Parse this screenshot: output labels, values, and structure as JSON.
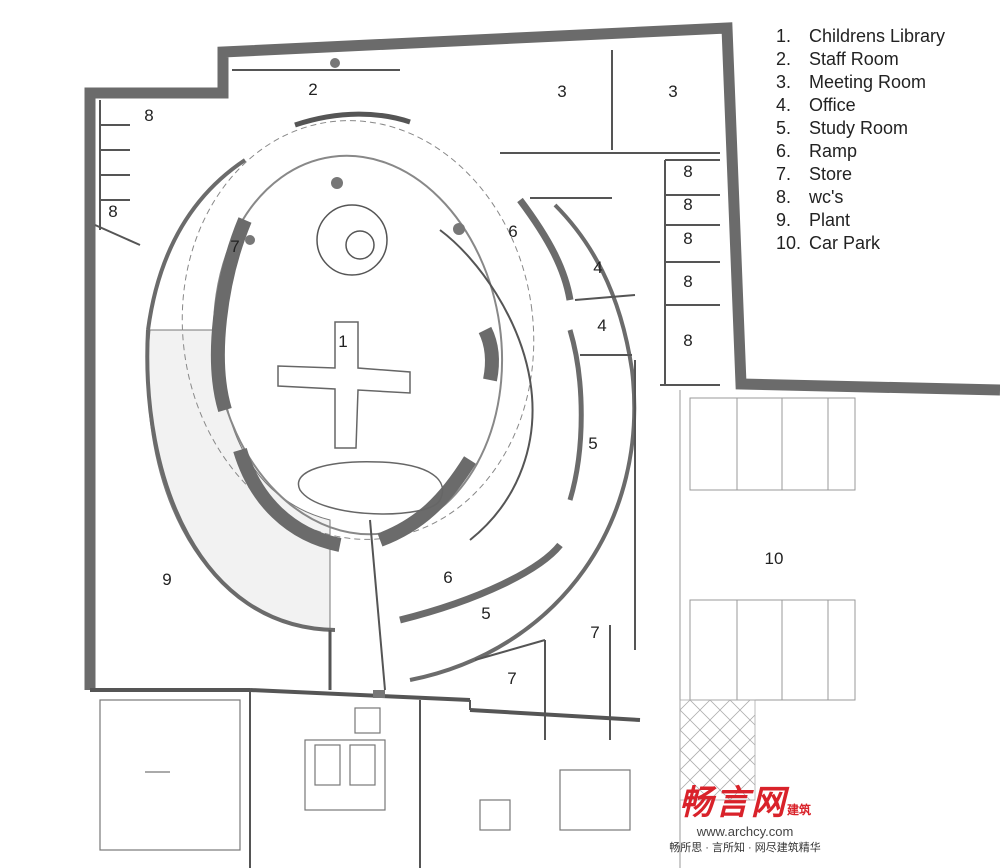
{
  "legend": [
    {
      "num": "1.",
      "name": "Childrens Library"
    },
    {
      "num": "2.",
      "name": "Staff Room"
    },
    {
      "num": "3.",
      "name": "Meeting Room"
    },
    {
      "num": "4.",
      "name": "Office"
    },
    {
      "num": "5.",
      "name": "Study Room"
    },
    {
      "num": "6.",
      "name": "Ramp"
    },
    {
      "num": "7.",
      "name": "Store"
    },
    {
      "num": "8.",
      "name": "wc's"
    },
    {
      "num": "9.",
      "name": "Plant"
    },
    {
      "num": "10.",
      "name": "Car Park"
    }
  ],
  "room_labels": {
    "l1": "1",
    "l2": "2",
    "l3a": "3",
    "l3b": "3",
    "l4a": "4",
    "l4b": "4",
    "l5a": "5",
    "l5b": "5",
    "l6a": "6",
    "l6b": "6",
    "l7a": "7",
    "l7b": "7",
    "l7c": "7",
    "l8a": "8",
    "l8b": "8",
    "l8c": "8",
    "l8d": "8",
    "l8e": "8",
    "l8f": "8",
    "l8g": "8",
    "l9": "9",
    "l10": "10"
  },
  "watermark": {
    "brand": "畅言网",
    "side": "建筑",
    "url": "www.archcy.com",
    "slogan": "畅所思 · 言所知 · 网尽建筑精华"
  },
  "colors": {
    "wall": "#6b6b6b",
    "line": "#555555",
    "brand": "#d9222a"
  }
}
